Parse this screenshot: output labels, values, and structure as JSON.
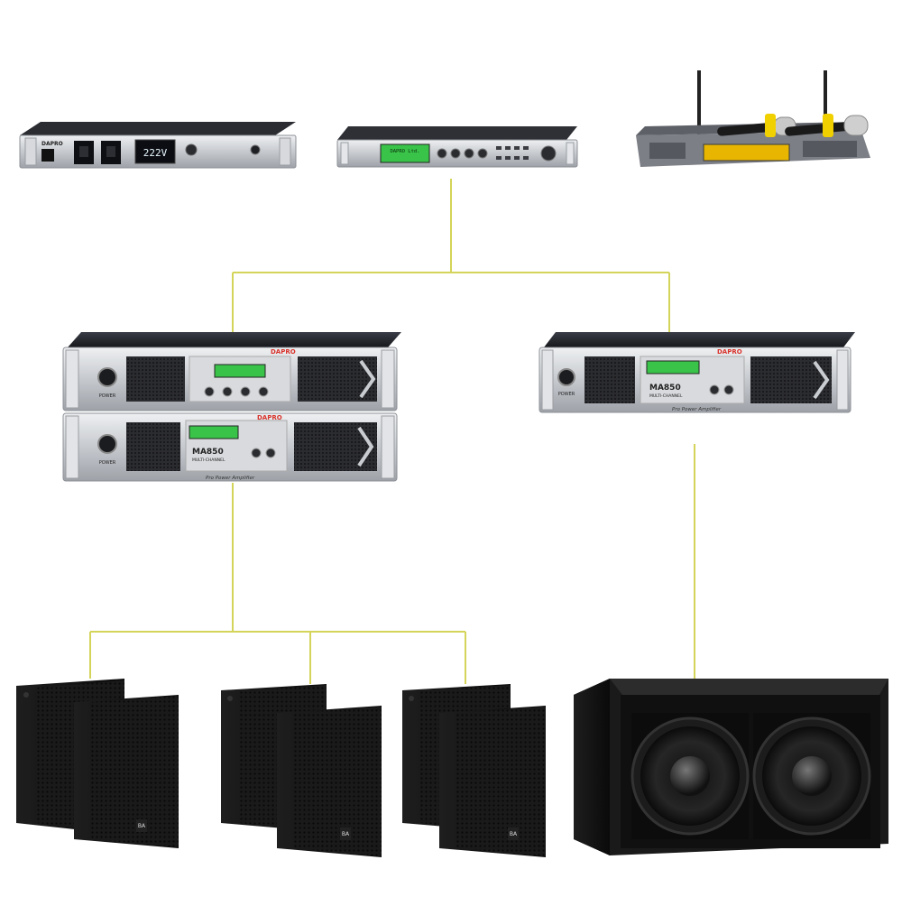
{
  "colors": {
    "cable": "#d4d45a",
    "rack_silver": "#c9ccd0",
    "rack_dark": "#1b1c20",
    "lcd_green": "#39c449",
    "lcd_blue_text": "#e8f7ff",
    "speaker_black": "#141414",
    "brand_red": "#d9322b",
    "mixer_amber": "#e8b600"
  },
  "devices": {
    "power_sequencer": {
      "brand": "DAPRO",
      "voltage": "222V"
    },
    "processor": {
      "brand": "DAPRO",
      "lcd_text": "DAPRO Ltd."
    },
    "wireless_mic": {
      "lcd_text": ""
    },
    "amplifier_top_left": {
      "brand": "DAPRO",
      "power_label": "POWER"
    },
    "amplifier_bottom_left": {
      "brand": "DAPRO",
      "model": "MA850",
      "subtitle": "MULTI-CHANNEL",
      "power_label": "POWER",
      "tagline": "Pro Power Amplifier"
    },
    "amplifier_right": {
      "brand": "DAPRO",
      "model": "MA850",
      "subtitle": "MULTI-CHANNEL",
      "power_label": "POWER",
      "tagline": "Pro Power Amplifier"
    },
    "speaker_logo": "BA"
  }
}
